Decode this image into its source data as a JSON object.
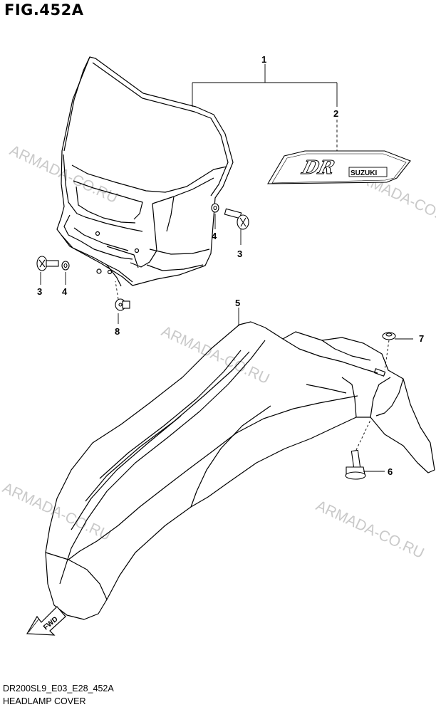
{
  "figure": {
    "title": "FIG.452A"
  },
  "footer": {
    "code": "DR200SL9_E03_E28_452A",
    "name": "HEADLAMP COVER"
  },
  "watermarks": [
    "ARMADA-CO.RU",
    "ARMADA-CO.RU",
    "ARMADA-CO.RU",
    "ARMADA-CO.RU",
    "ARMADA-CO.RU"
  ],
  "callouts": [
    "1",
    "2",
    "3",
    "4",
    "3",
    "4",
    "8",
    "5",
    "7",
    "6"
  ],
  "decal": {
    "logo_text": "DR",
    "brand_text": "SUZUKI"
  },
  "fwd_arrow": {
    "label": "FWD"
  },
  "colors": {
    "line": "#000000",
    "watermark": "#b8b8b8",
    "background": "#ffffff"
  }
}
